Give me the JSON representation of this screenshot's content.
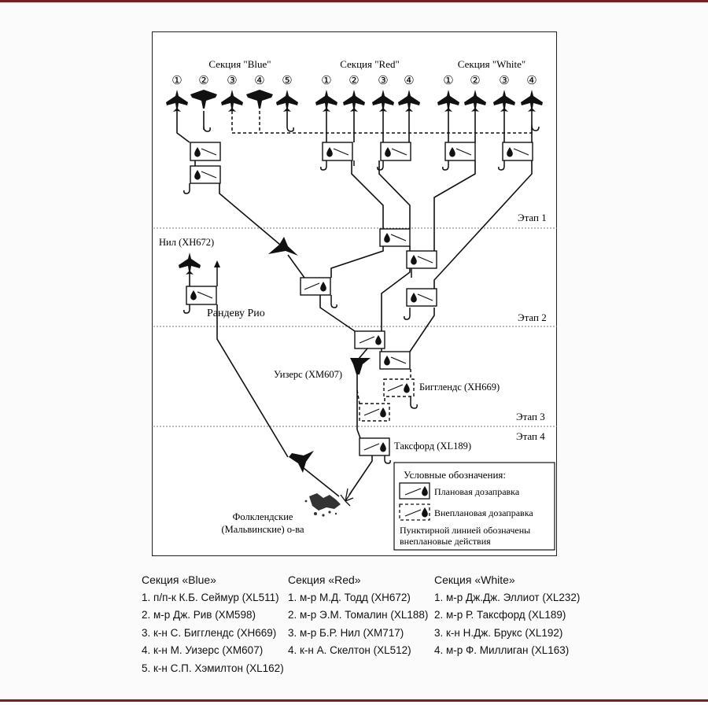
{
  "diagram": {
    "sections": [
      {
        "name": "Секция \"Blue\"",
        "numbers": [
          "①",
          "②",
          "③",
          "④",
          "⑤"
        ]
      },
      {
        "name": "Секция \"Red\"",
        "numbers": [
          "①",
          "②",
          "③",
          "④"
        ]
      },
      {
        "name": "Секция \"White\"",
        "numbers": [
          "①",
          "②",
          "③",
          "④"
        ]
      }
    ],
    "stages": [
      "Этап 1",
      "Этап 2",
      "Этап 3",
      "Этап 4"
    ],
    "labels": {
      "nil": "Нил (XH672)",
      "rendezvous": "Рандеву Рио",
      "withers": "Уизерс (XM607)",
      "biglands": "Бигглендс (XH669)",
      "taxford": "Таксфорд (XL189)",
      "falklands_line1": "Фолклендские",
      "falklands_line2": "(Мальвинские) о-ва"
    },
    "legend": {
      "title": "Условные обозначения:",
      "planned": "Плановая дозаправка",
      "unplanned": "Внеплановая дозаправка",
      "note_line1": "Пунктирной линией обозначены",
      "note_line2": "внеплановые действия"
    }
  },
  "crews": [
    {
      "title": "Секция «Blue»",
      "items": [
        "1. п/п-к К.Б. Сеймур (XL511)",
        "2. м-р Дж. Рив (XM598)",
        "3. к-н С. Бигглендс (XH669)",
        "4. к-н М. Уизерс (XM607)",
        "5. к-н С.П. Хэмилтон (XL162)"
      ]
    },
    {
      "title": "Секция «Red»",
      "items": [
        "1. м-р М.Д. Тодд (XH672)",
        "2. м-р Э.М. Томалин (XL188)",
        "3. м-р Б.Р. Нил (XM717)",
        "4. к-н А. Скелтон (XL512)"
      ]
    },
    {
      "title": "Секция «White»",
      "items": [
        "1. м-р Дж.Дж. Эллиот (XL232)",
        "2. м-р Р. Таксфорд (XL189)",
        "3. к-н Н.Дж. Брукс (XL192)",
        "4. м-р Ф. Миллиган (XL163)"
      ]
    }
  ]
}
